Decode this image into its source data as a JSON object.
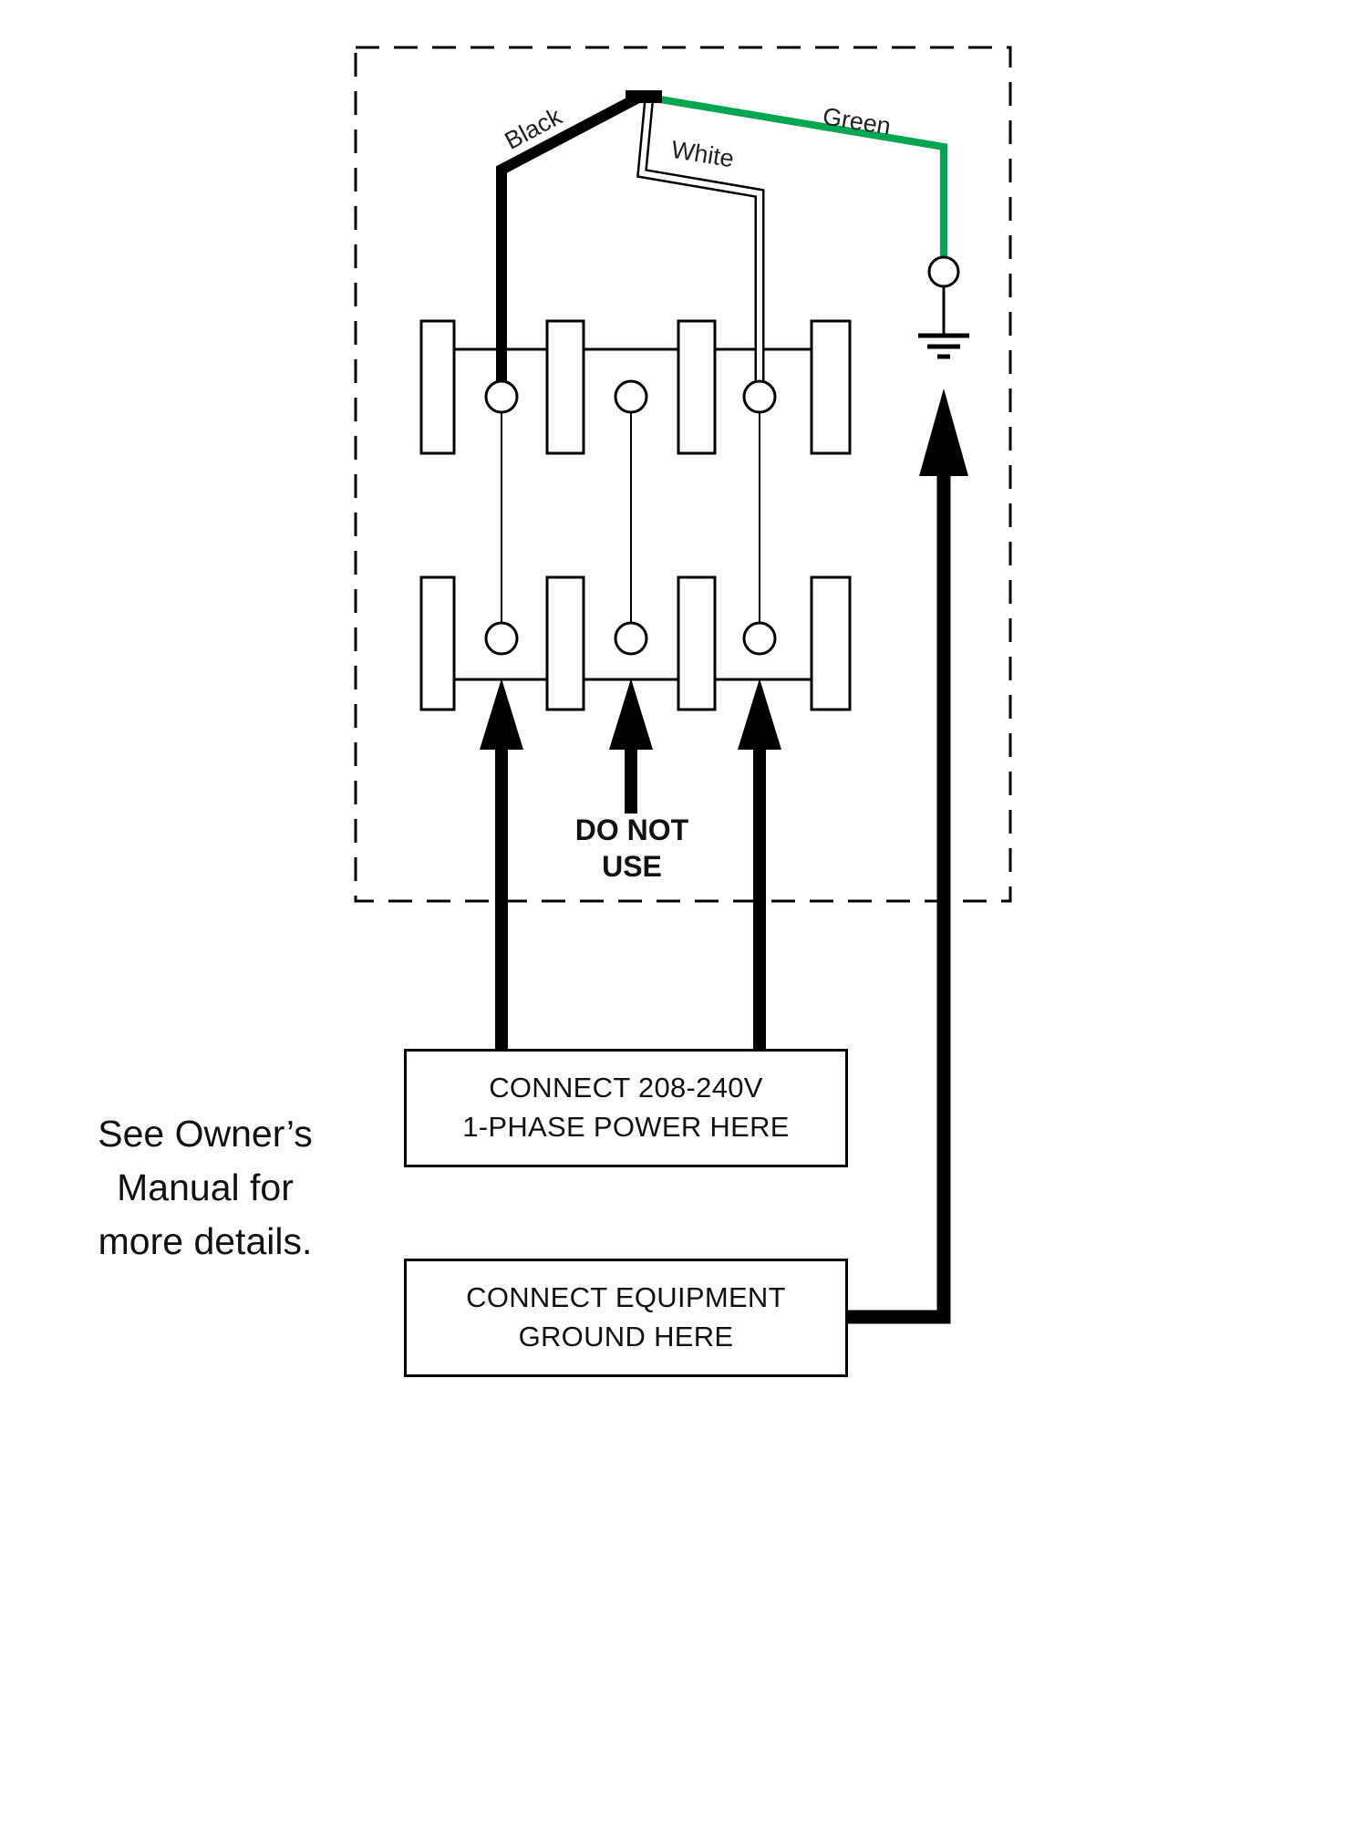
{
  "diagram": {
    "colors": {
      "green_wire": "#00a651",
      "line": "#000000"
    },
    "wire_labels": {
      "black": "Black",
      "white": "White",
      "green": "Green"
    },
    "do_not_use": {
      "line1": "DO NOT",
      "line2": "USE"
    },
    "note": {
      "line1": "See Owner’s",
      "line2": "Manual for",
      "line3": "more details."
    },
    "power_box": {
      "line1": "CONNECT 208-240V",
      "line2": "1-PHASE POWER HERE"
    },
    "ground_box": {
      "line1": "CONNECT EQUIPMENT",
      "line2": "GROUND HERE"
    }
  }
}
